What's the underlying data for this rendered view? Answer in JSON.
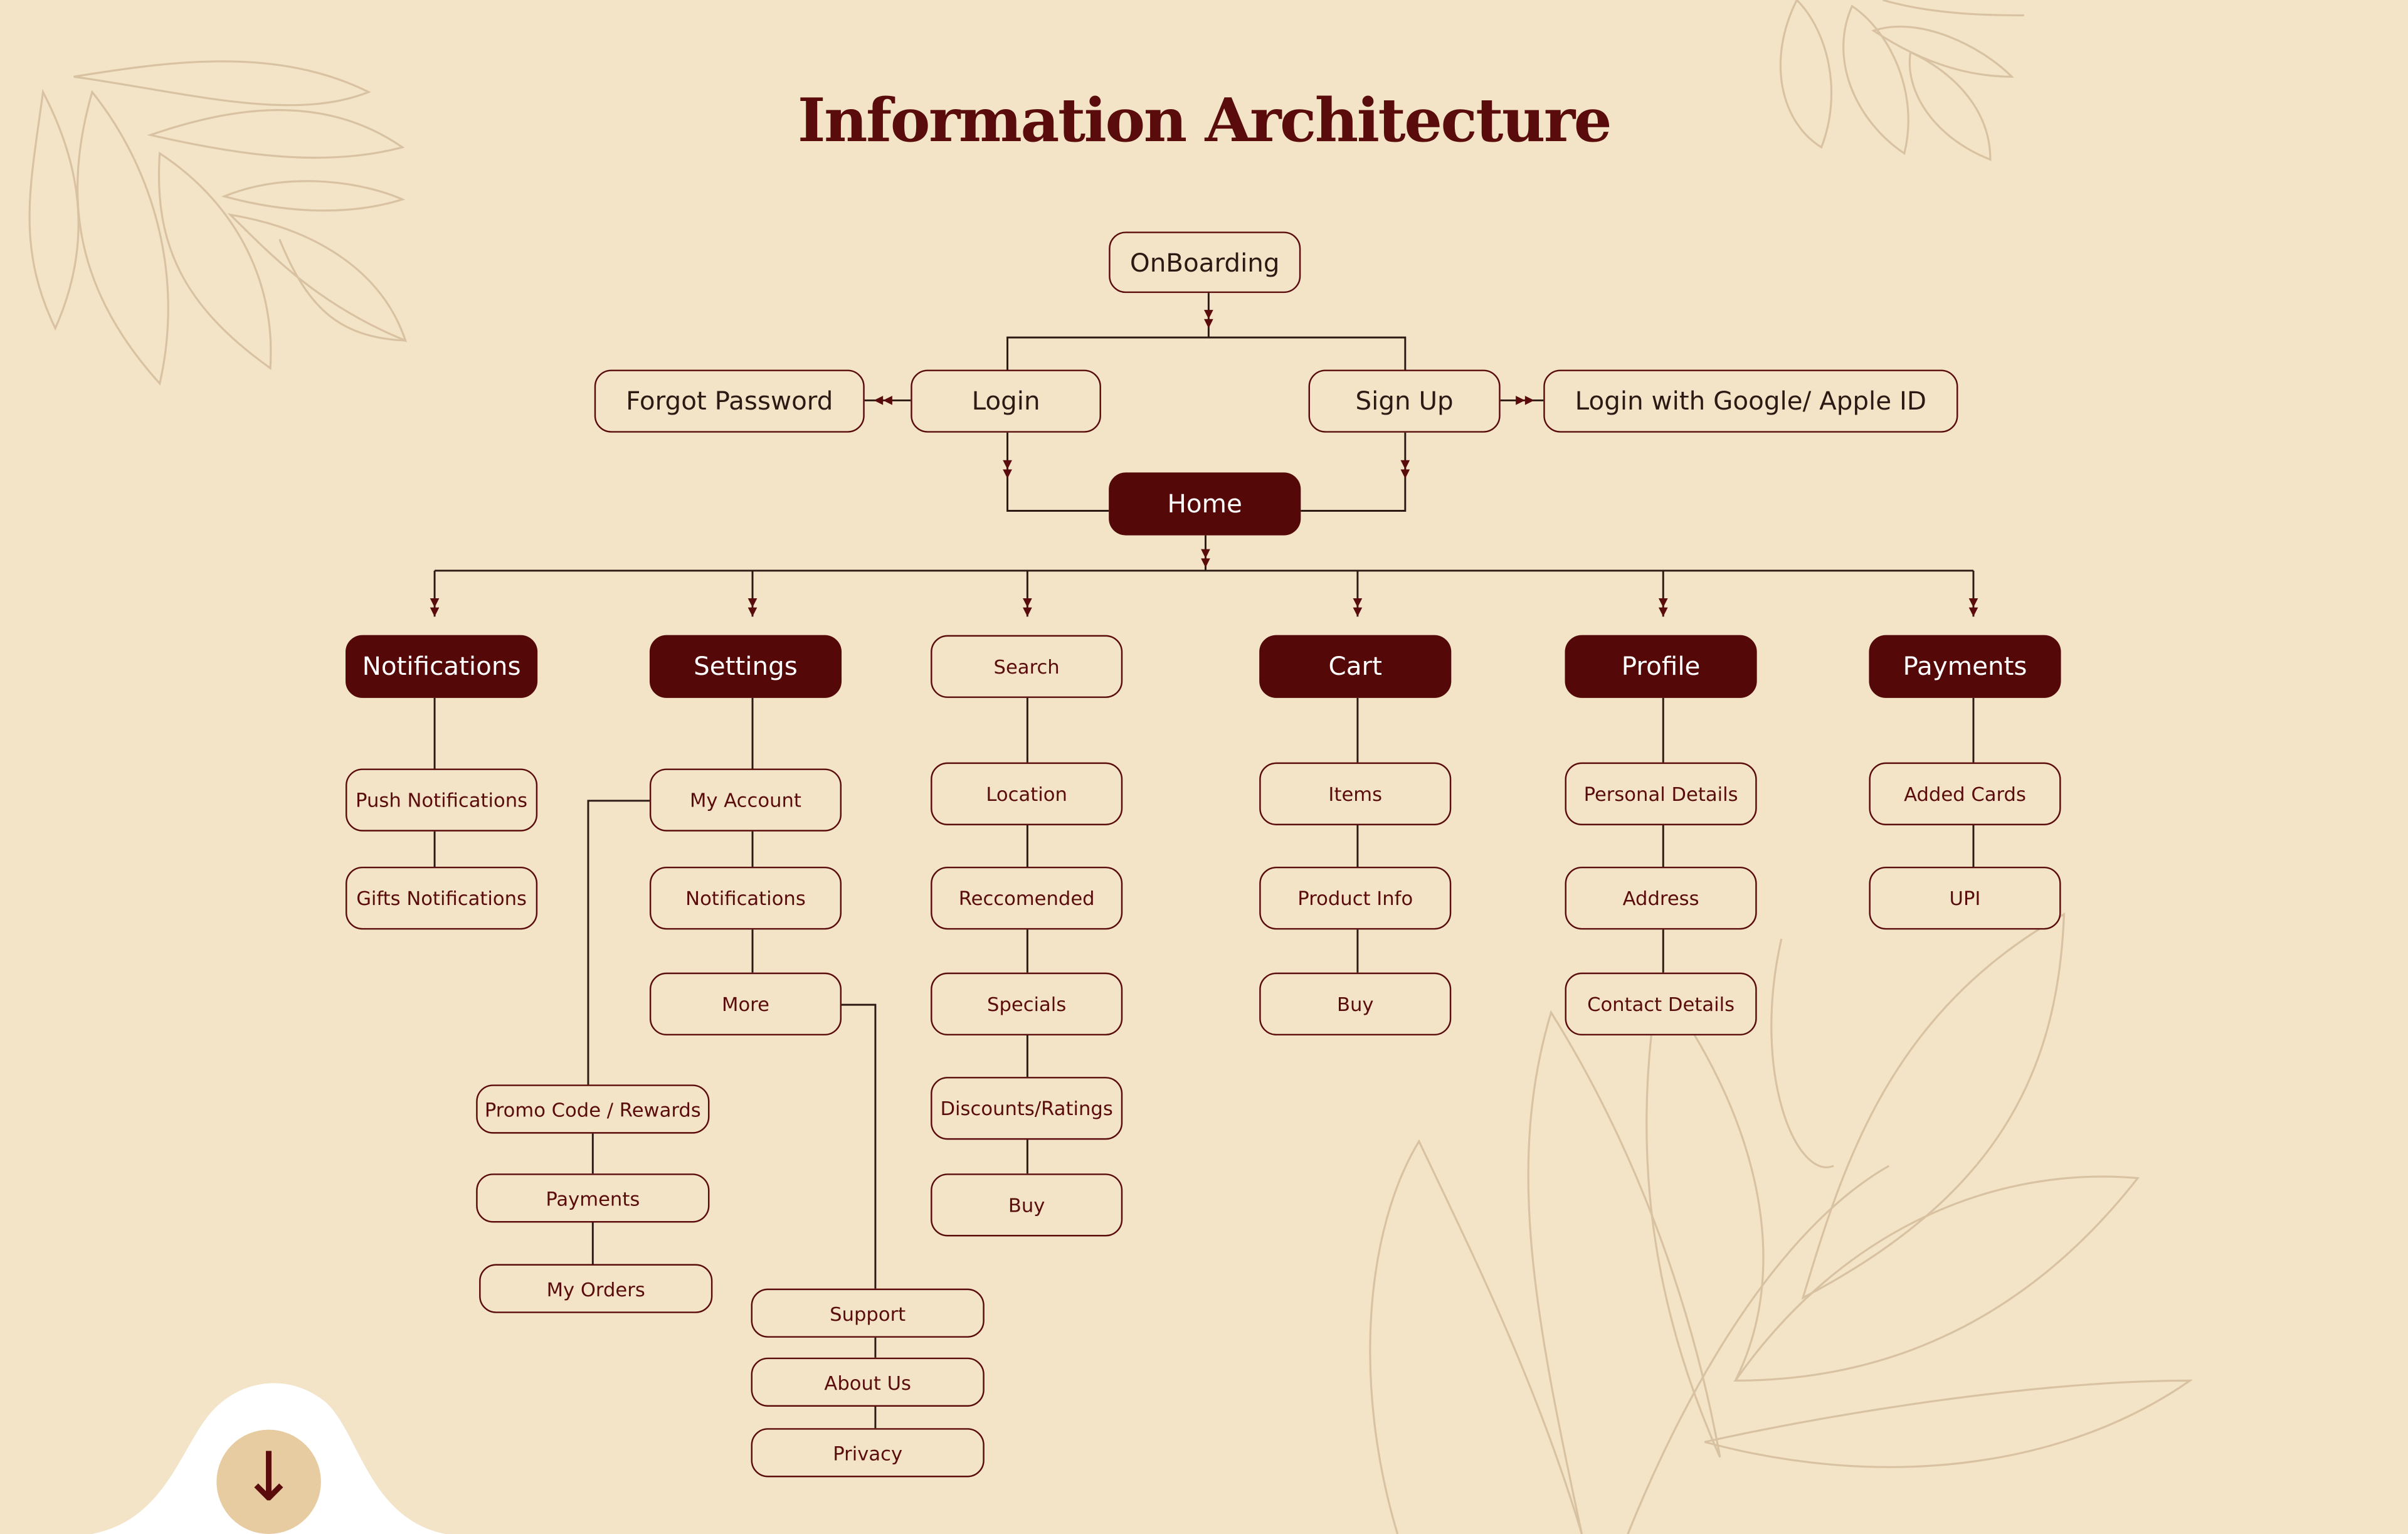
{
  "title": "Information Architecture",
  "colors": {
    "background": "#f3e4c8",
    "accent": "#550808",
    "line": "#2b1a14",
    "leaf_art": "#d9c3a3"
  },
  "icons": {
    "scroll_down": "down-arrow-icon"
  },
  "scroll_down_glyph": "↓",
  "nodes": {
    "onboarding": "OnBoarding",
    "forgot_password": "Forgot Password",
    "login": "Login",
    "sign_up": "Sign Up",
    "login_google_apple": "Login with Google/ Apple ID",
    "home": "Home",
    "notifications": {
      "title": "Notifications",
      "children": [
        "Push Notifications",
        "Gifts Notifications"
      ]
    },
    "settings": {
      "title": "Settings",
      "children": [
        "My Account",
        "Notifications",
        "More"
      ],
      "my_account_children": [
        "Promo Code / Rewards",
        "Payments",
        "My Orders"
      ],
      "more_children": [
        "Support",
        "About Us",
        "Privacy"
      ]
    },
    "search": {
      "title": "Search",
      "children": [
        "Location",
        "Reccomended",
        "Specials",
        "Discounts/Ratings",
        "Buy"
      ]
    },
    "cart": {
      "title": "Cart",
      "children": [
        "Items",
        "Product Info",
        "Buy"
      ]
    },
    "profile": {
      "title": "Profile",
      "children": [
        "Personal Details",
        "Address",
        "Contact Details"
      ]
    },
    "payments": {
      "title": "Payments",
      "children": [
        "Added Cards",
        "UPI"
      ]
    }
  }
}
